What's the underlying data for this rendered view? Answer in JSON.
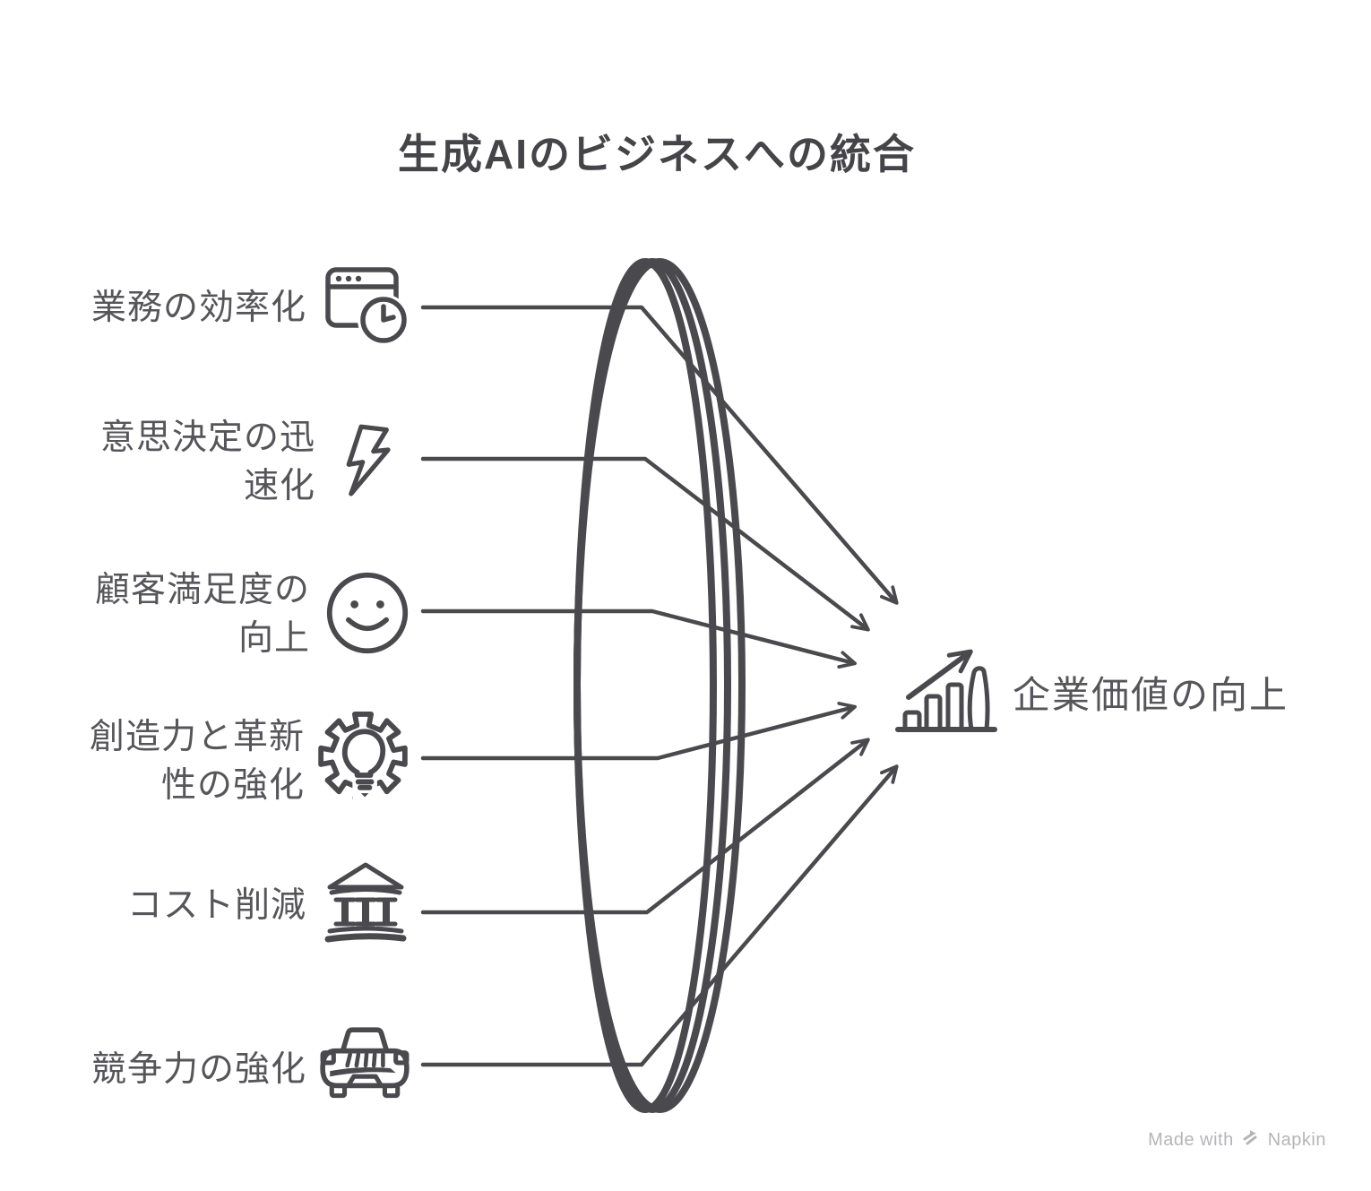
{
  "title": "生成AIのビジネスへの統合",
  "items": [
    {
      "label": "業務の効率化",
      "lines": [
        "業務の効率化"
      ],
      "icon": "browser-clock"
    },
    {
      "label": "意思決定の迅速化",
      "lines": [
        "意思決定の迅",
        "速化"
      ],
      "icon": "lightning-bolt"
    },
    {
      "label": "顧客満足度の向上",
      "lines": [
        "顧客満足度の",
        "向上"
      ],
      "icon": "smiley-face"
    },
    {
      "label": "創造力と革新性の強化",
      "lines": [
        "創造力と革新",
        "性の強化"
      ],
      "icon": "gear-lightbulb"
    },
    {
      "label": "コスト削減",
      "lines": [
        "コスト削減"
      ],
      "icon": "bank-building"
    },
    {
      "label": "競争力の強化",
      "lines": [
        "競争力の強化"
      ],
      "icon": "car-front"
    }
  ],
  "result": {
    "label": "企業価値の向上",
    "icon": "growth-chart"
  },
  "footer": {
    "made_with": "Made with",
    "brand": "Napkin"
  },
  "colors": {
    "stroke": "#4a4a4e",
    "text": "#55555a",
    "title": "#454549",
    "footer_text": "#b5b5b9",
    "background": "#ffffff"
  }
}
